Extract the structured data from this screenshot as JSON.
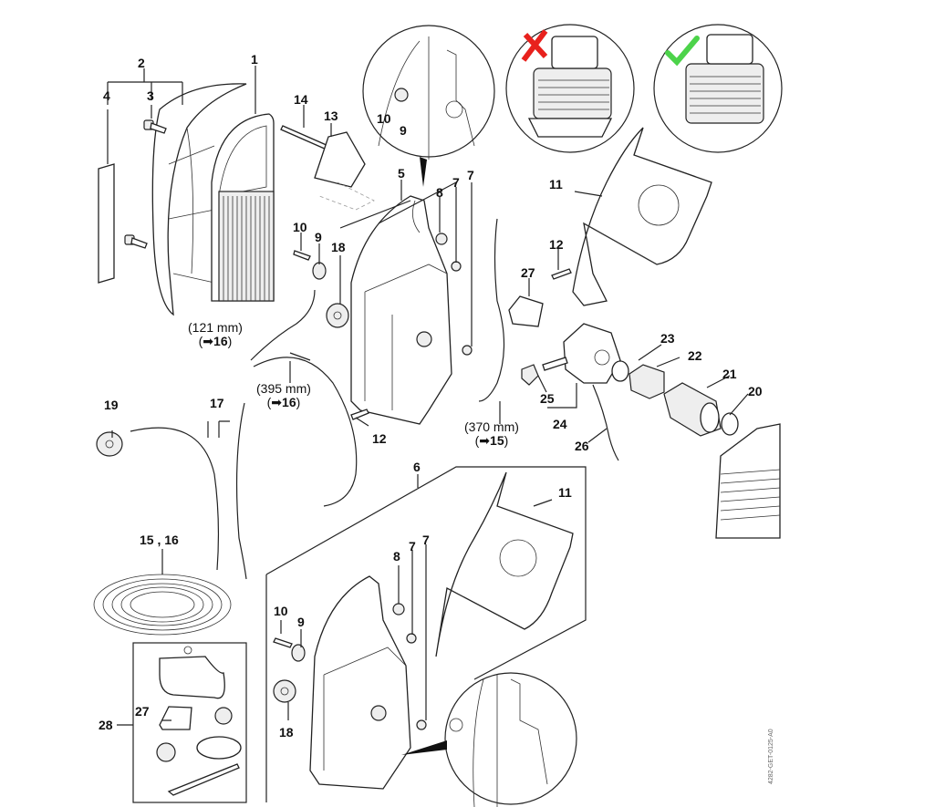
{
  "diagram": {
    "title": "Exploded parts diagram — air filter, carburetor and intake assembly",
    "drawing_code": "4282-GET-0125-A0",
    "callouts": {
      "c1": "1",
      "c2": "2",
      "c3": "3",
      "c4": "4",
      "c5": "5",
      "c6": "6",
      "c7a": "7",
      "c7b": "7",
      "c7c": "7",
      "c7d": "7",
      "c8a": "8",
      "c8b": "8",
      "c9a": "9",
      "c9b": "9",
      "c9c": "9",
      "c10a": "10",
      "c10b": "10",
      "c10c": "10",
      "c11a": "11",
      "c11b": "11",
      "c12a": "12",
      "c12b": "12",
      "c13": "13",
      "c14": "14",
      "c1516": "15 , 16",
      "c17": "17",
      "c18a": "18",
      "c18b": "18",
      "c19": "19",
      "c20": "20",
      "c21": "21",
      "c22": "22",
      "c23": "23",
      "c24": "24",
      "c25": "25",
      "c26": "26",
      "c27a": "27",
      "c27b": "27",
      "c28": "28"
    },
    "measurements": [
      {
        "length": "(121 mm)",
        "ref": "16"
      },
      {
        "length": "(395 mm)",
        "ref": "16"
      },
      {
        "length": "(370 mm)",
        "ref": "15"
      }
    ],
    "comparison": {
      "wrong_mark": "✗",
      "right_mark": "✓",
      "wrong_color": "#e8211d",
      "right_color": "#4cd34a"
    }
  }
}
